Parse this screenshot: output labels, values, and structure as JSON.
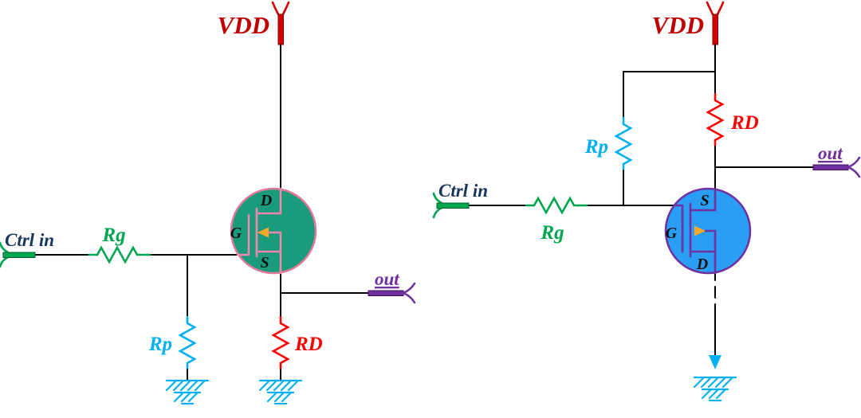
{
  "colors": {
    "wire": "#000000",
    "vdd_text": "#c00000",
    "vdd_terminal": "#d40000",
    "ctrl_text": "#17365d",
    "green": "#00a550",
    "cyan": "#00b0f0",
    "red": "#ff0000",
    "purple": "#7030a0",
    "mosfet_left_fill": "#1a9b7b",
    "mosfet_left_stroke": "#e07898",
    "mosfet_left_symbol": "#ef86ae",
    "mosfet_right_fill": "#2a9df4",
    "mosfet_right_stroke": "#7030a0",
    "arrow_orange": "#ffa726"
  },
  "left_circuit": {
    "power_label": "VDD",
    "input_label": "Ctrl in",
    "gate_resistor": "Rg",
    "pulldown_resistor": "Rp",
    "drain_resistor": "RD",
    "output_label": "out",
    "transistor": {
      "top": "D",
      "left": "G",
      "bottom": "S"
    }
  },
  "right_circuit": {
    "power_label": "VDD",
    "input_label": "Ctrl in",
    "gate_resistor": "Rg",
    "pullup_resistor": "Rp",
    "drain_resistor": "RD",
    "output_label": "out",
    "transistor": {
      "top": "S",
      "left": "G",
      "bottom": "D"
    }
  }
}
